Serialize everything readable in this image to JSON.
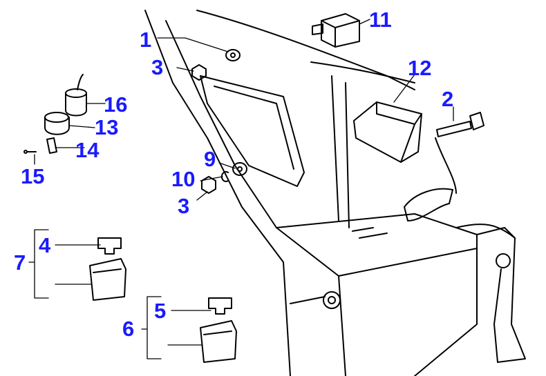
{
  "colors": {
    "callout": "#1a1aff",
    "line": "#000000"
  },
  "callouts": {
    "c1": "1",
    "c3a": "3",
    "c16": "16",
    "c13": "13",
    "c14": "14",
    "c15": "15",
    "c11": "11",
    "c12": "12",
    "c2": "2",
    "c9": "9",
    "c10": "10",
    "c3b": "3",
    "c4": "4",
    "c7": "7",
    "c5": "5",
    "c6": "6"
  }
}
